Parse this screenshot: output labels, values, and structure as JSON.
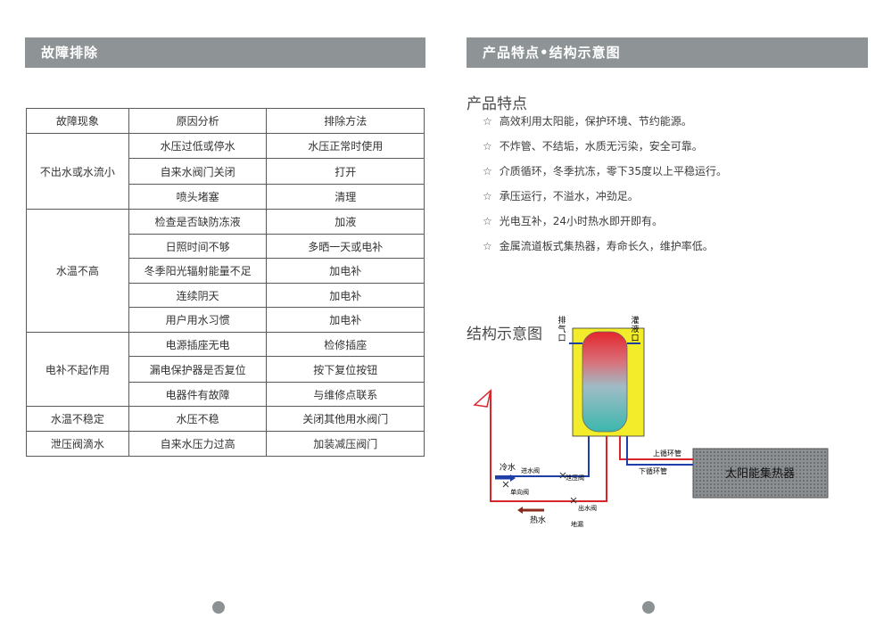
{
  "left": {
    "header": "故障排除",
    "table": {
      "headers": [
        "故障现象",
        "原因分析",
        "排除方法"
      ],
      "groups": [
        {
          "symptom": "不出水或水流小",
          "rows": [
            {
              "cause": "水压过低或停水",
              "fix": "水压正常时使用"
            },
            {
              "cause": "自来水阀门关闭",
              "fix": "打开"
            },
            {
              "cause": "喷头堵塞",
              "fix": "清理"
            }
          ]
        },
        {
          "symptom": "水温不高",
          "rows": [
            {
              "cause": "检查是否缺防冻液",
              "fix": "加液"
            },
            {
              "cause": "日照时间不够",
              "fix": "多晒一天或电补"
            },
            {
              "cause": "冬季阳光辐射能量不足",
              "fix": "加电补"
            },
            {
              "cause": "连续阴天",
              "fix": "加电补"
            },
            {
              "cause": "用户用水习惯",
              "fix": "加电补"
            }
          ]
        },
        {
          "symptom": "电补不起作用",
          "rows": [
            {
              "cause": "电源插座无电",
              "fix": "检修插座"
            },
            {
              "cause": "漏电保护器是否复位",
              "fix": "按下复位按钮"
            },
            {
              "cause": "电器件有故障",
              "fix": "与维修点联系"
            }
          ]
        },
        {
          "symptom": "水温不稳定",
          "rows": [
            {
              "cause": "水压不稳",
              "fix": "关闭其他用水阀门"
            }
          ]
        },
        {
          "symptom": "泄压阀滴水",
          "rows": [
            {
              "cause": "自来水压力过高",
              "fix": "加装减压阀门"
            }
          ]
        }
      ]
    }
  },
  "right": {
    "header": "产品特点•结构示意图",
    "features_title": "产品特点",
    "star": "☆",
    "features": [
      "高效利用太阳能，保护环境、节约能源。",
      "不炸管、不结垢，水质无污染，安全可靠。",
      "介质循环，冬季抗冻，零下35度以上平稳运行。",
      "承压运行，不溢水，冲劲足。",
      "光电互补，24小时热水即开即有。",
      "金属流道板式集热器，寿命长久，维护率低。"
    ],
    "diagram_title": "结构示意图",
    "diagram": {
      "exhaust_label": [
        "排",
        "气",
        "口"
      ],
      "fill_label": [
        "灌",
        "液",
        "口"
      ],
      "upper_loop": "上循环管",
      "lower_loop": "下循环管",
      "collector": "太阳能集热器",
      "cold_water": "冷水",
      "inlet_valve": "进水阀",
      "relief_valve": "泄压阀",
      "check_valve": "单向阀",
      "drain_valve": "出水阀",
      "drain": "地漏",
      "hot_water": "热水"
    }
  },
  "colors": {
    "band": "#8e9496",
    "hot": "#d8262c",
    "cold": "#1f3fa8",
    "tank_outer": "#f2ec2a"
  }
}
